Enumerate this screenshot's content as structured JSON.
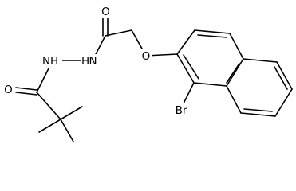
{
  "figure": {
    "kind": "chemical-structure",
    "atom_labels": {
      "carbonyl_oxygen_top": "O",
      "amide_nitrogen_right": "N",
      "amide_nitrogen_right_h": "H",
      "amide_nitrogen_left": "N",
      "amide_nitrogen_left_h": "H",
      "carbonyl_oxygen_left": "O",
      "ether_oxygen": "O",
      "bromine": "Br"
    },
    "colors": {
      "bond": "#000000",
      "background": "#ffffff"
    }
  }
}
